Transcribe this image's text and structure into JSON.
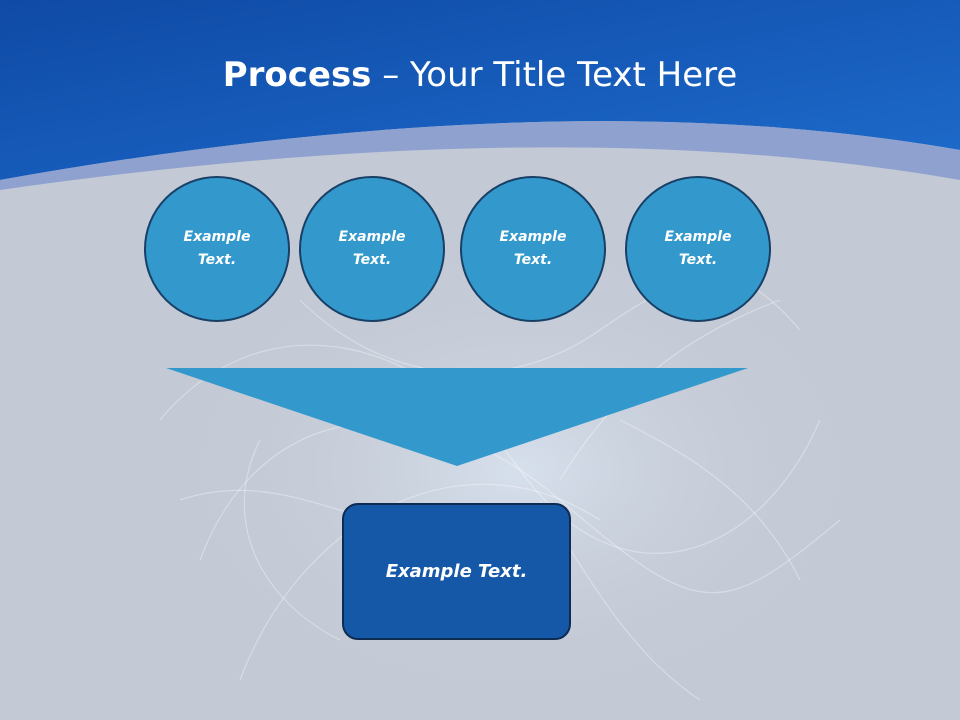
{
  "title": {
    "bold": "Process",
    "rest": " – Your Title Text Here"
  },
  "steps": [
    {
      "label": "Example Text."
    },
    {
      "label": "Example Text."
    },
    {
      "label": "Example Text."
    },
    {
      "label": "Example Text."
    }
  ],
  "result": {
    "label": "Example Text."
  },
  "colors": {
    "header_blue": "#1a5fc0",
    "circle_fill": "#3399cc",
    "box_fill": "#1558a8",
    "background": "#c3c9d5"
  }
}
